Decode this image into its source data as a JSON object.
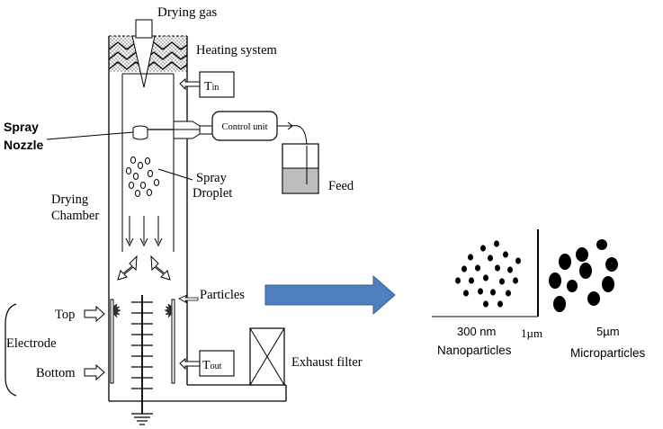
{
  "labels": {
    "drying_gas": "Drying gas",
    "heating_system": "Heating system",
    "tin_main": "T",
    "tin_sub": "in",
    "spray_nozzle_line1": "Spray",
    "spray_nozzle_line2": "Nozzle",
    "control_unit": "Control unit",
    "spray_droplet_line1": "Spray",
    "spray_droplet_line2": "Droplet",
    "feed": "Feed",
    "drying_chamber_line1": "Drying",
    "drying_chamber_line2": "Chamber",
    "particles": "Particles",
    "top": "Top",
    "electrode": "Electrode",
    "bottom": "Bottom",
    "tout_main": "T",
    "tout_sub": "out",
    "exhaust_filter": "Exhaust filter"
  },
  "inset": {
    "nano_scale": "300 nm",
    "micro_scale": "1µm",
    "micro_scale2": "5µm",
    "nano_label": "Nanoparticles",
    "micro_label": "Microparticles"
  },
  "colors": {
    "arrow_blue": "#4f7fbf",
    "arrow_blue_stroke": "#3a5f8f",
    "gray_fill": "#bdbdbd"
  }
}
